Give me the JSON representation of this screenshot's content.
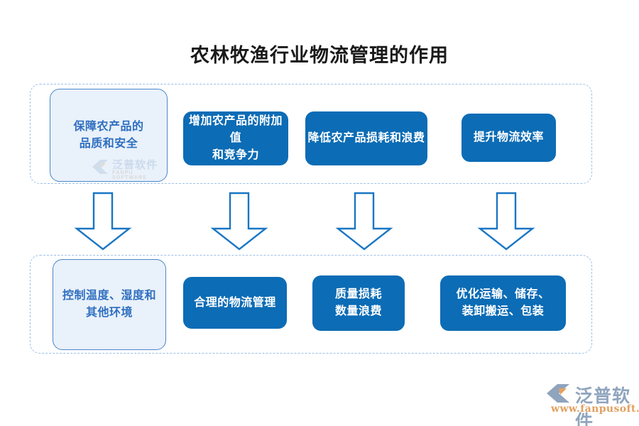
{
  "page": {
    "title": "农林牧渔行业物流管理的作用",
    "background_color": "#ffffff"
  },
  "colors": {
    "accent_blue": "#0C6CB5",
    "ghost_fill": "#E9F1FA",
    "ghost_border": "#4A87C9",
    "ghost_text": "#2F6FC0",
    "dashed_border": "#9CC0E6",
    "arrow_stroke": "#1976C4",
    "title_text": "#1A1A1A",
    "logo_gray": "#8FA4BD",
    "logo_orange": "#E0A060"
  },
  "diagram": {
    "type": "flow",
    "groups": [
      {
        "id": "group-top",
        "name": "benefits-row",
        "nodes": [
          {
            "id": "node-1",
            "label": "保障农产品的\n品质和安全",
            "style": "ghost",
            "has_watermark": true
          },
          {
            "id": "node-2",
            "label": "增加农产品的附加值\n和竞争力",
            "style": "solid"
          },
          {
            "id": "node-3",
            "label": "降低农产品损耗和浪费",
            "style": "solid"
          },
          {
            "id": "node-4",
            "label": "提升物流效率",
            "style": "solid"
          }
        ]
      },
      {
        "id": "group-bottom",
        "name": "measures-row",
        "nodes": [
          {
            "id": "node-5",
            "label": "控制温度、湿度和\n其他环境",
            "style": "ghost"
          },
          {
            "id": "node-6",
            "label": "合理的物流管理",
            "style": "solid"
          },
          {
            "id": "node-7",
            "label": "质量损耗\n数量浪费",
            "style": "solid"
          },
          {
            "id": "node-8",
            "label": "优化运输、储存、\n装卸搬运、包装",
            "style": "solid"
          }
        ]
      }
    ],
    "connectors": [
      {
        "id": "arrow-1",
        "icon": "arrow-down-icon",
        "from": "node-1",
        "to": "node-5"
      },
      {
        "id": "arrow-2",
        "icon": "arrow-down-icon",
        "from": "node-2",
        "to": "node-6"
      },
      {
        "id": "arrow-3",
        "icon": "arrow-down-icon",
        "from": "node-3",
        "to": "node-7"
      },
      {
        "id": "arrow-4",
        "icon": "arrow-down-icon",
        "from": "node-4",
        "to": "node-8"
      }
    ]
  },
  "watermark": {
    "brand_cn": "泛普软件",
    "brand_en": "FANPU SOFTWARE"
  },
  "logo": {
    "brand_cn": "泛普软件",
    "url": "www.fanpusoft.com"
  }
}
